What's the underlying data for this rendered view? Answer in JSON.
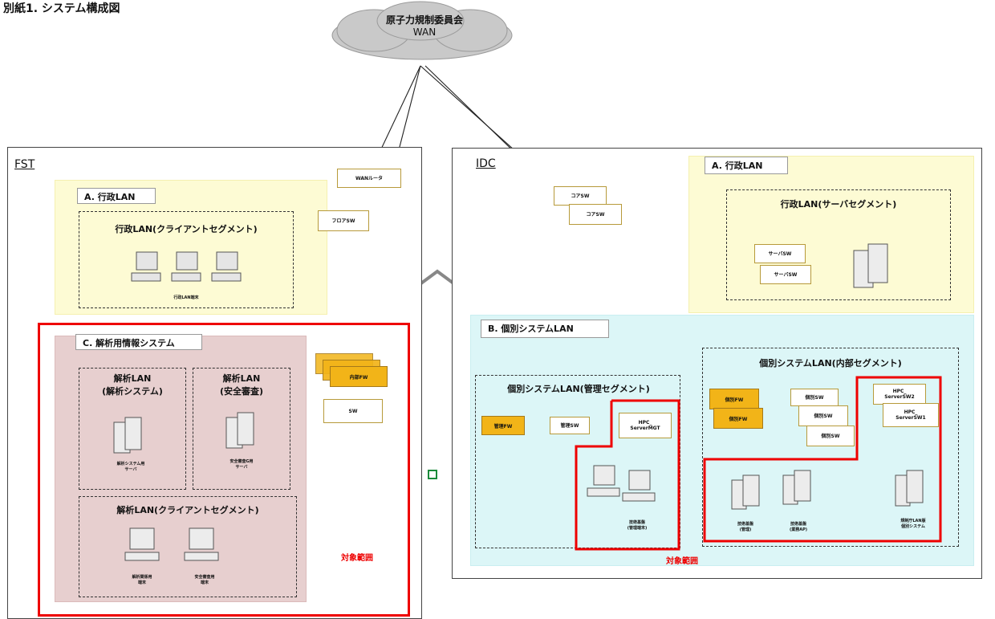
{
  "page_title": "別紙1. システム構成図",
  "wan": {
    "name": "原子力規制委員会",
    "sub": "WAN"
  },
  "fst": {
    "label": "FST",
    "wan_router": "WANルータ",
    "floor_sw": "フロアSW",
    "admin_lan": {
      "tag": "A. 行政LAN",
      "segment": "行政LAN(クライアントセグメント)",
      "terminal": "行政LAN端末"
    },
    "analysis_system": {
      "tag": "C. 解析用情報システム",
      "seg_analysis": "解析LAN\n(解析システム)",
      "seg_safety": "解析LAN\n(安全審査)",
      "analysis_server": "解析システム用\nサーバ",
      "safety_server": "安全審査G用\nサーバ",
      "seg_client": "解析LAN(クライアントセグメント)",
      "client_a": "解析関係用\n端末",
      "client_b": "安全審査用\n端末",
      "fw": "内部FW",
      "sw": "SW",
      "scope": "対象範囲"
    }
  },
  "idc": {
    "label": "IDC",
    "core_sw_1": "コアSW",
    "core_sw_2": "コアSW",
    "admin_lan": {
      "tag": "A. 行政LAN",
      "segment": "行政LAN(サーバセグメント)",
      "server_sw_1": "サーバSW",
      "server_sw_2": "サーバSW"
    },
    "individual_lan": {
      "tag": "B. 個別システムLAN",
      "mgmt_segment": "個別システムLAN(管理セグメント)",
      "mgmt_fw": "管理FW",
      "mgmt_sw": "管理SW",
      "mgmt_hpc": "HPC_\nServerMGT",
      "mgmt_terminal": "技術基盤\n(管理端末)",
      "internal_segment": "個別システムLAN(内部セグメント)",
      "int_fw_1": "個別FW",
      "int_fw_2": "個別FW",
      "int_sw_1": "個別SW",
      "int_sw_2": "個別SW",
      "int_sw_3": "個別SW",
      "hpc_sw2": "HPC_\nServerSW2",
      "hpc_sw1": "HPC_\nServerSW1",
      "server_a": "技術基盤\n(管理)",
      "server_b": "技術基盤\n(業務AP)",
      "server_c": "規制庁LAN版\n個別システム",
      "scope": "対象範囲"
    }
  }
}
